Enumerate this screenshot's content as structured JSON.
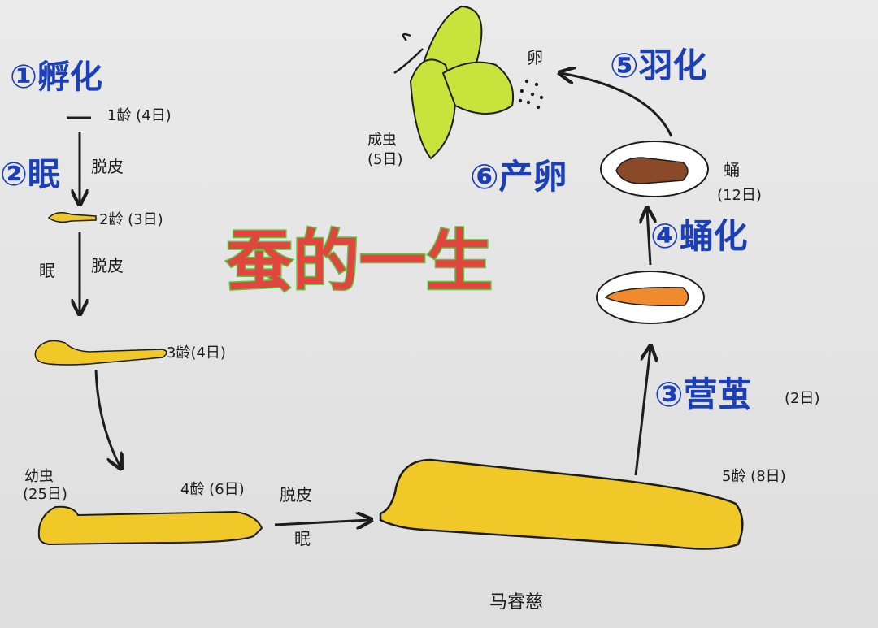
{
  "title": "蚕的一生",
  "stages": {
    "hatch": "①孵化",
    "sleep": "②眠",
    "cocoon": "③营茧",
    "pupate": "④蛹化",
    "emerge": "⑤羽化",
    "lay_eggs": "⑥产卵"
  },
  "notes": {
    "instar1": "1龄 (4日)",
    "instar2": "2龄 (3日)",
    "instar3": "3龄(4日)",
    "instar4": "4龄 (6日)",
    "instar5": "5龄 (8日)",
    "larva": "幼虫",
    "larva_days": "(25日)",
    "cocoon_days": "(2日)",
    "pupa": "蛹",
    "pupa_days": "(12日)",
    "adult": "成虫",
    "adult_days": "(5日)",
    "eggs": "卵",
    "molt1": "脱皮",
    "sleep2": "眠",
    "molt2": "脱皮",
    "molt3": "脱皮",
    "sleep3": "眠"
  },
  "author": "马睿慈",
  "colors": {
    "larva_yellow": "#f0c928",
    "moth_green": "#c8e43c",
    "pupa_brown": "#8a4a2a",
    "title_red": "#e0453e",
    "title_outline": "#5cc43d",
    "label_blue": "#1a3fb8"
  }
}
